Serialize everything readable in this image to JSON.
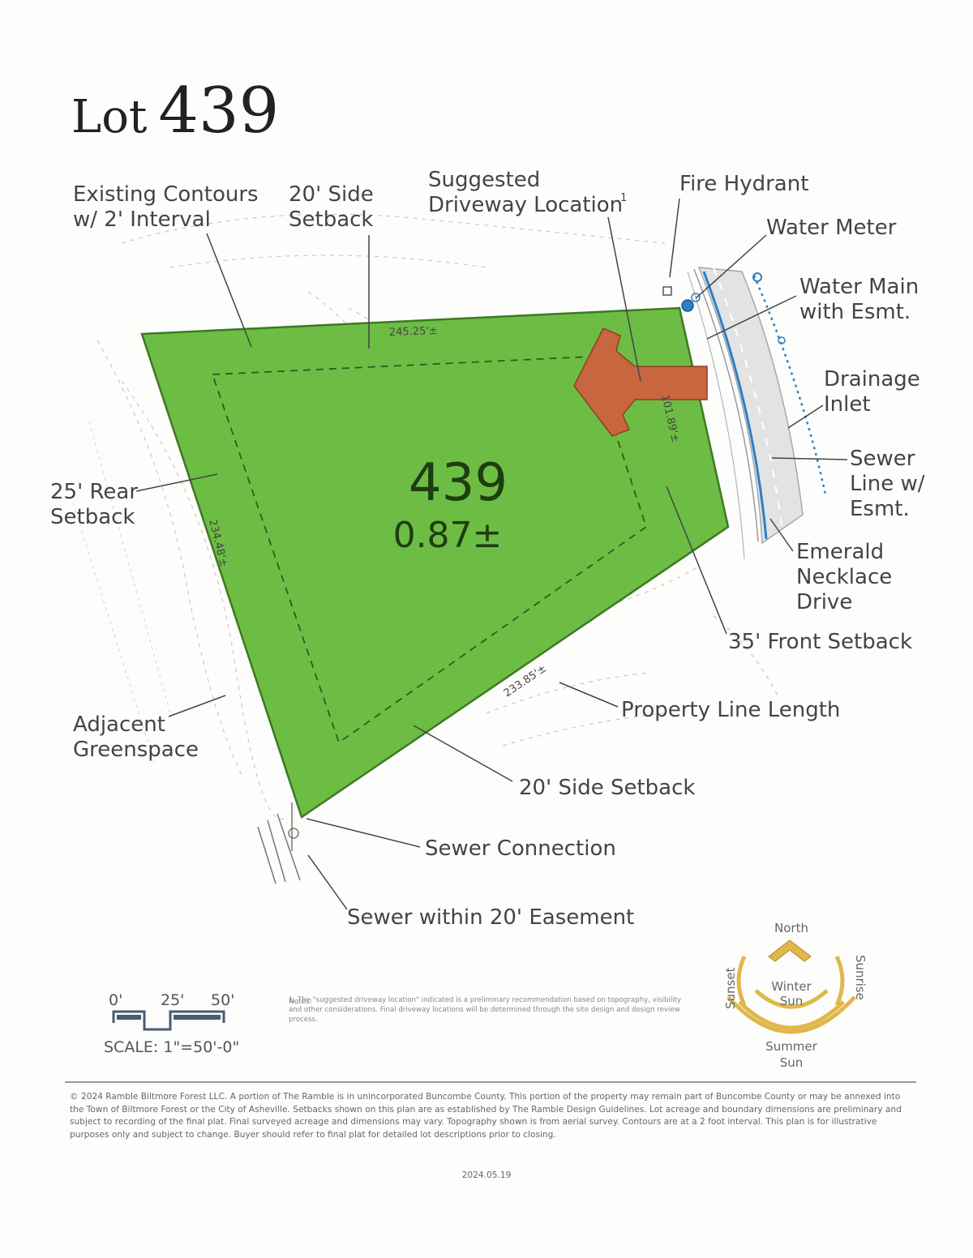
{
  "title": {
    "prefix": "Lot",
    "number": "439"
  },
  "lot": {
    "number": "439",
    "acreage": "0.87±"
  },
  "dimensions": {
    "north": "245.25'±",
    "east": "101.89'±",
    "west": "234.48'±",
    "south": "233.85'±"
  },
  "labels": {
    "contours_1": "Existing Contours",
    "contours_2": "w/ 2' Interval",
    "side_setback_top_1": "20' Side",
    "side_setback_top_2": "Setback",
    "driveway_1": "Suggested",
    "driveway_2": "Driveway Location",
    "driveway_mark": "1",
    "fire_hydrant": "Fire Hydrant",
    "water_meter": "Water Meter",
    "water_main_1": "Water Main",
    "water_main_2": "with Esmt.",
    "drainage_1": "Drainage",
    "drainage_2": "Inlet",
    "sewer_line_1": "Sewer",
    "sewer_line_2": "Line w/",
    "sewer_line_3": "Esmt.",
    "street_1": "Emerald",
    "street_2": "Necklace",
    "street_3": "Drive",
    "front_setback": "35' Front Setback",
    "rear_setback_1": "25' Rear",
    "rear_setback_2": "Setback",
    "property_line": "Property Line Length",
    "greenspace_1": "Adjacent",
    "greenspace_2": "Greenspace",
    "side_setback_bottom": "20' Side Setback",
    "sewer_connection": "Sewer Connection",
    "sewer_easement": "Sewer within 20' Easement"
  },
  "scale": {
    "tick_0": "0'",
    "tick_25": "25'",
    "tick_50": "50'",
    "text": "SCALE: 1\"=50'-0\""
  },
  "compass": {
    "north": "North",
    "sunset": "Sunset",
    "sunrise": "Sunrise",
    "winter_1": "Winter",
    "winter_2": "Sun",
    "summer_1": "Summer",
    "summer_2": "Sun"
  },
  "notes": {
    "heading": "Notes:",
    "body": "1. The \"suggested driveway location\" indicated is a preliminary recommendation based on topography, visibility and other considerations. Final driveway locations will be determined through the site design and design review process."
  },
  "footer": {
    "text": "© 2024 Ramble Biltmore Forest LLC. A portion of The Ramble is in unincorporated Buncombe County. This portion of the property may remain part of Buncombe County or may be annexed into the Town of Biltmore Forest or the City of Asheville. Setbacks shown on this plan are as established by The Ramble Design Guidelines. Lot acreage and boundary dimensions are preliminary and subject to recording of the final plat. Final surveyed acreage and dimensions may vary. Topography shown is from aerial survey. Contours are at a 2 foot interval. This plan is for illustrative purposes only and subject to change. Buyer should refer to final plat for detailed lot descriptions prior to closing.",
    "date": "2024.05.19"
  },
  "colors": {
    "lot_fill": "#6dbd45",
    "lot_stroke": "#3c7a22",
    "driveway": "#c8663f",
    "water": "#2e7fc4",
    "sun_arc": "#e0b74a"
  }
}
